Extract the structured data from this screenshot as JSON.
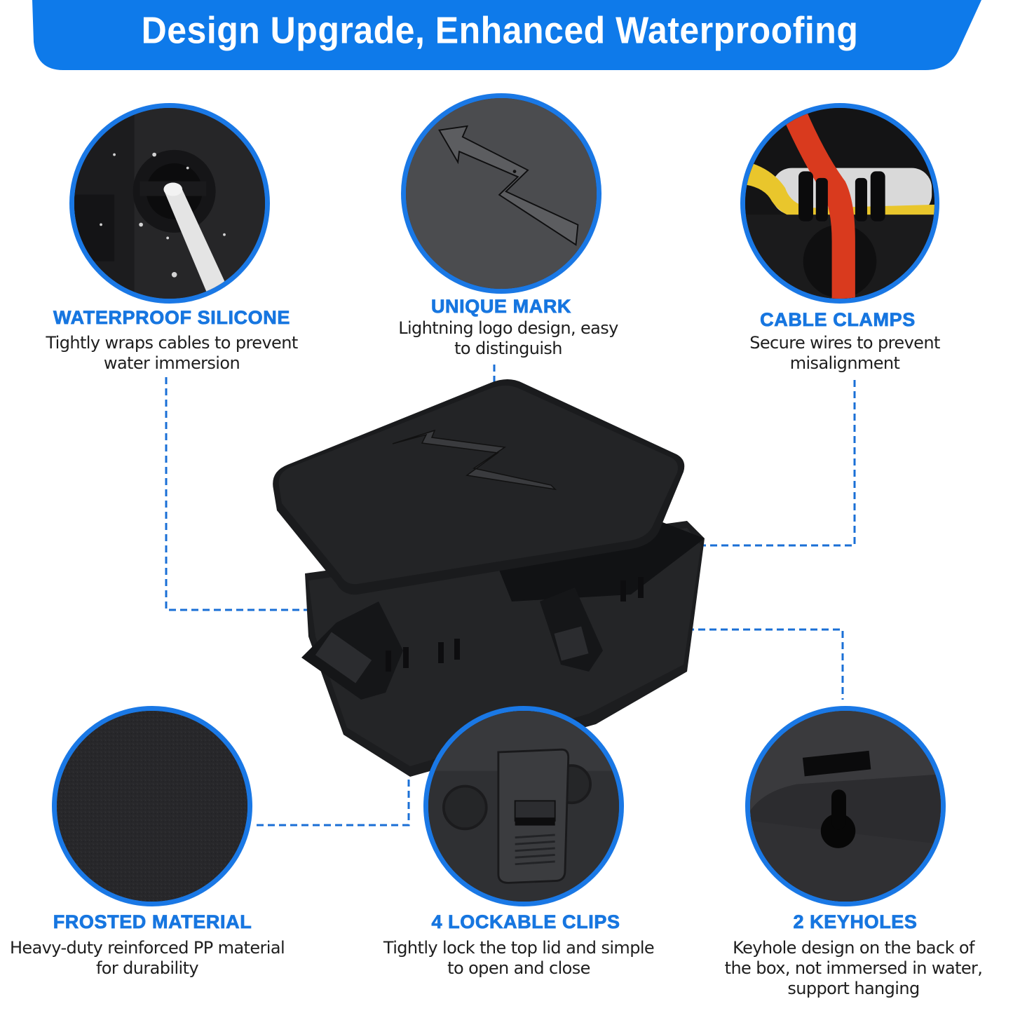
{
  "header": {
    "title": "Design Upgrade, Enhanced Waterproofing",
    "banner_color": "#0e7aea"
  },
  "colors": {
    "accent": "#1a78e5",
    "title_text": "#1776e0",
    "body_text": "#1e1e1e",
    "product_black": "#1f2022"
  },
  "features": [
    {
      "id": "waterproof-silicone",
      "title": "WATERPROOF SILICONE",
      "description_lines": [
        "Tightly wraps cables to prevent",
        "water immersion"
      ],
      "image_icon": "cable-grommet-photo"
    },
    {
      "id": "unique-mark",
      "title": "UNIQUE MARK",
      "description_lines": [
        "Lightning logo design, easy",
        "to distinguish"
      ],
      "image_icon": "lightning-logo-photo"
    },
    {
      "id": "cable-clamps",
      "title": "CABLE CLAMPS",
      "description_lines": [
        "Secure wires to prevent",
        "misalignment"
      ],
      "image_icon": "cable-clamp-photo"
    },
    {
      "id": "frosted-material",
      "title": "FROSTED MATERIAL",
      "description_lines": [
        "Heavy-duty reinforced PP material",
        "for durability"
      ],
      "image_icon": "frosted-texture-photo"
    },
    {
      "id": "lockable-clips",
      "title": "4 LOCKABLE CLIPS",
      "description_lines": [
        "Tightly lock the top lid and simple",
        "to open and close"
      ],
      "image_icon": "latch-clip-photo"
    },
    {
      "id": "keyholes",
      "title": "2 KEYHOLES",
      "description_lines": [
        "Keyhole design on the back of",
        "the box, not immersed in water,",
        "support hanging"
      ],
      "image_icon": "keyhole-photo"
    }
  ],
  "product": {
    "name_icon": "waterproof-junction-box-photo"
  }
}
